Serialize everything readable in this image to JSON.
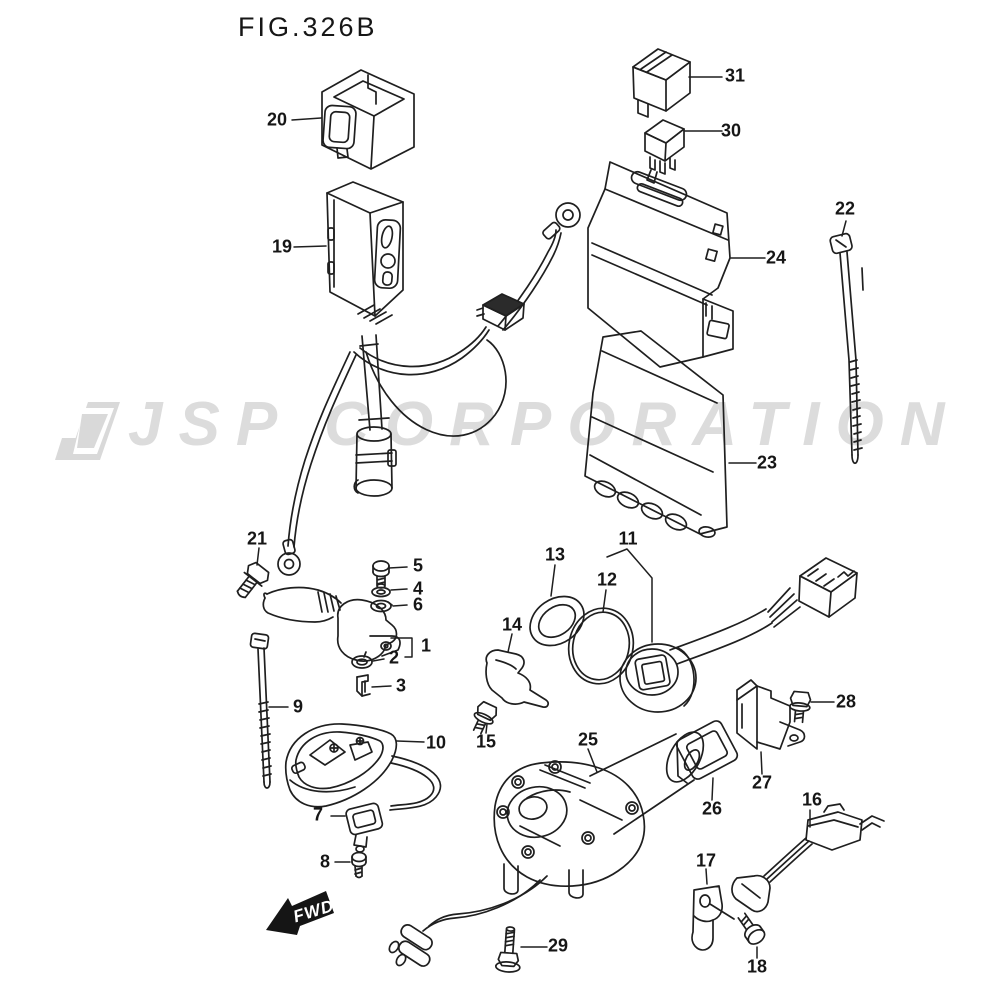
{
  "title": "FIG.326B",
  "watermark": {
    "text": "JSP CORPORATION"
  },
  "diagram": {
    "fwd_marker": "FWD",
    "callouts": {
      "c1": "1",
      "c2": "2",
      "c3": "3",
      "c4": "4",
      "c5": "5",
      "c6": "6",
      "c7": "7",
      "c8": "8",
      "c9": "9",
      "c10": "10",
      "c11": "11",
      "c12": "12",
      "c13": "13",
      "c14": "14",
      "c15": "15",
      "c16": "16",
      "c17": "17",
      "c18": "18",
      "c19": "19",
      "c20": "20",
      "c21": "21",
      "c22": "22",
      "c23": "23",
      "c24": "24",
      "c25": "25",
      "c26": "26",
      "c27": "27",
      "c28": "28",
      "c29": "29",
      "c30": "30",
      "c31": "31"
    }
  },
  "colors": {
    "line": "#1f1f1f",
    "watermark": "#dcdcdc",
    "background": "#ffffff",
    "callout_text": "#161616",
    "fwd_arrow_fill": "#151515",
    "fwd_text": "#ffffff"
  }
}
